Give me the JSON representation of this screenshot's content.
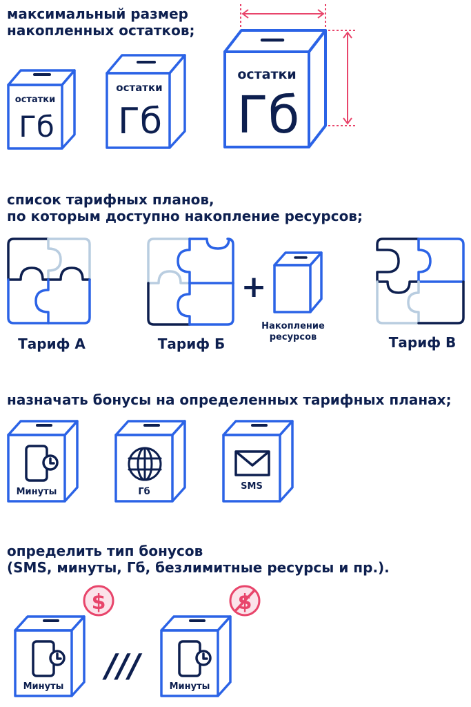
{
  "section1": {
    "heading_line1": "максимальный размер",
    "heading_line2": "накопленных остатков;",
    "boxes": [
      {
        "label": "остатки",
        "unit": "Гб"
      },
      {
        "label": "остатки",
        "unit": "Гб"
      },
      {
        "label": "остатки",
        "unit": "Гб"
      }
    ]
  },
  "section2": {
    "heading_line1": "список тарифных планов,",
    "heading_line2": "по которым доступно накопление ресурсов;",
    "tariffs": [
      "Тариф А",
      "Тариф Б",
      "Тариф В"
    ],
    "plus": "+",
    "accumulation_line1": "Накопление",
    "accumulation_line2": "ресурсов"
  },
  "section3": {
    "heading": "назначать бонусы на определенных тарифных планах;",
    "boxes": [
      "Минуты",
      "Гб",
      "SMS"
    ]
  },
  "section4": {
    "heading_line1": "определить тип бонусов",
    "heading_line2": "(SMS, минуты, Гб, безлимитные ресурсы и пр.).",
    "boxes": [
      "Минуты",
      "Минуты"
    ],
    "separator": "///"
  },
  "colors": {
    "blue": "#2b63e6",
    "navy": "#0d1f4f",
    "light_blue": "#b9cde0",
    "pink": "#e8456b"
  }
}
